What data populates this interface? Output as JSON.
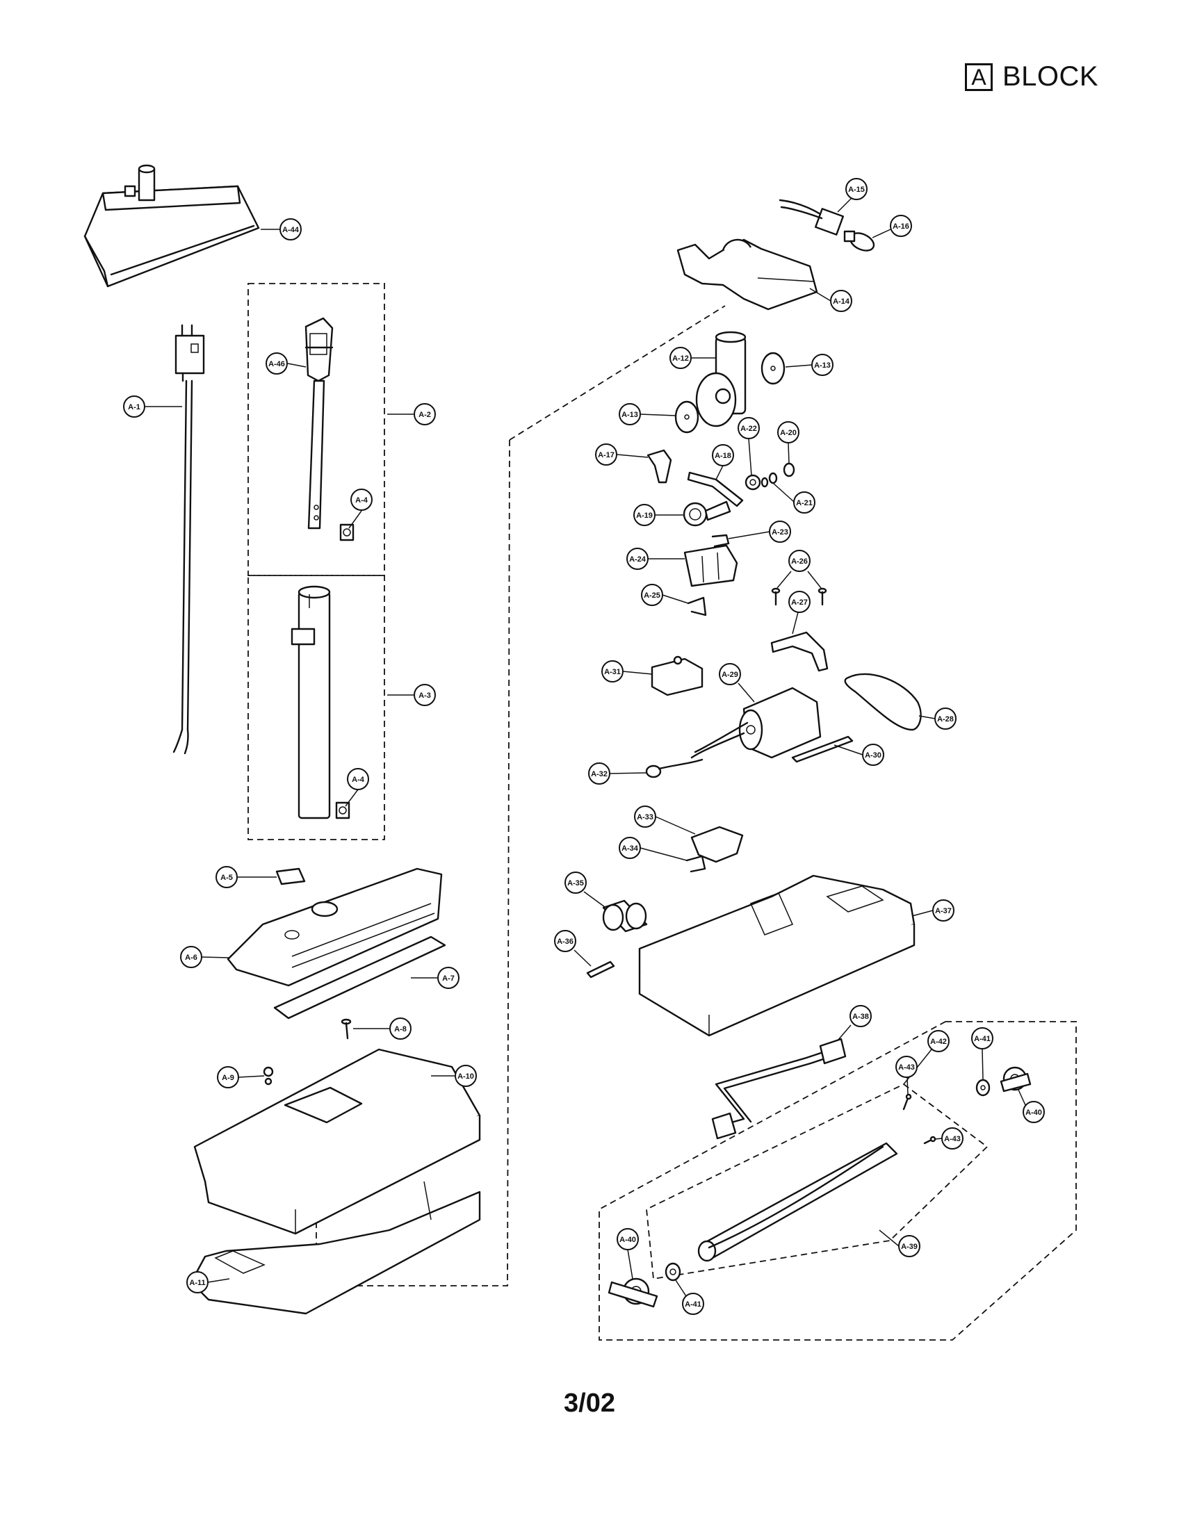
{
  "header": {
    "block_letter": "A",
    "block_word": "BLOCK"
  },
  "footer": {
    "page_code": "3/02"
  },
  "callouts": [
    {
      "label": "A-44"
    },
    {
      "label": "A-46"
    },
    {
      "label": "A-2"
    },
    {
      "label": "A-1"
    },
    {
      "label": "A-4"
    },
    {
      "label": "A-3"
    },
    {
      "label": "A-4"
    },
    {
      "label": "A-5"
    },
    {
      "label": "A-6"
    },
    {
      "label": "A-7"
    },
    {
      "label": "A-8"
    },
    {
      "label": "A-9"
    },
    {
      "label": "A-10"
    },
    {
      "label": "A-11"
    },
    {
      "label": "A-15"
    },
    {
      "label": "A-16"
    },
    {
      "label": "A-14"
    },
    {
      "label": "A-12"
    },
    {
      "label": "A-13"
    },
    {
      "label": "A-13"
    },
    {
      "label": "A-17"
    },
    {
      "label": "A-18"
    },
    {
      "label": "A-22"
    },
    {
      "label": "A-20"
    },
    {
      "label": "A-21"
    },
    {
      "label": "A-19"
    },
    {
      "label": "A-23"
    },
    {
      "label": "A-24"
    },
    {
      "label": "A-26"
    },
    {
      "label": "A-27"
    },
    {
      "label": "A-25"
    },
    {
      "label": "A-31"
    },
    {
      "label": "A-29"
    },
    {
      "label": "A-28"
    },
    {
      "label": "A-30"
    },
    {
      "label": "A-32"
    },
    {
      "label": "A-33"
    },
    {
      "label": "A-34"
    },
    {
      "label": "A-35"
    },
    {
      "label": "A-37"
    },
    {
      "label": "A-36"
    },
    {
      "label": "A-38"
    },
    {
      "label": "A-42"
    },
    {
      "label": "A-41"
    },
    {
      "label": "A-43"
    },
    {
      "label": "A-40"
    },
    {
      "label": "A-43"
    },
    {
      "label": "A-39"
    },
    {
      "label": "A-40"
    },
    {
      "label": "A-41"
    }
  ]
}
